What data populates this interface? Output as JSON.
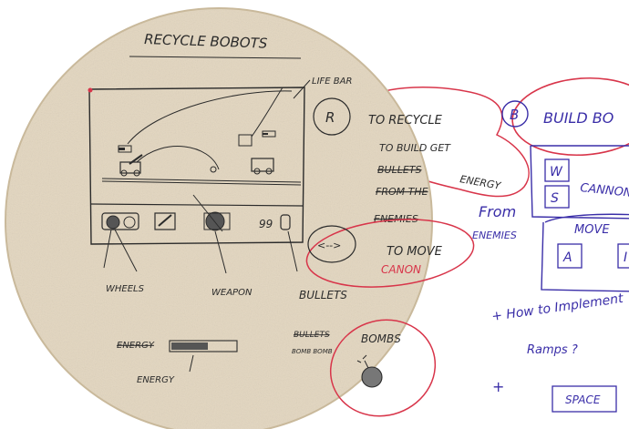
{
  "napkin": {
    "title": "RECYCLE BOBOTS",
    "life_bar": "LIFE BAR",
    "key_r": "R",
    "to_recycle": "TO RECYCLE",
    "to_build_get": "TO BUILD GET",
    "bullets_struck": "BULLETS",
    "from_the_struck": "FROM THE",
    "enemies_struck": "ENEMIES",
    "energy": "ENERGY",
    "arrows_key": "<-->",
    "to_move": "TO MOVE",
    "canon": "CANON",
    "ammo_count": "99",
    "label_wheels": "WHEELS",
    "label_weapon": "WEAPON",
    "label_bullets": "BULLETS",
    "energy_struck": "ENERGY",
    "label_bombs": "BOMBS",
    "label_bullets_struck": "BULLETS",
    "label_bomb_icons": "BOMB BOMB",
    "label_energy_bottom": "ENERGY"
  },
  "paper": {
    "key_b": "B",
    "build_bo": "BUILD BO",
    "key_w": "W",
    "key_s": "S",
    "cannon": "CANNON",
    "from": "From",
    "enemies": "ENEMIES",
    "move": "MOVE",
    "key_a": "A",
    "key_d_partial": "I",
    "how_to_implement": "+ How to Implement",
    "ramps": "Ramps ?",
    "plus": "+",
    "space": "SPACE"
  },
  "colors": {
    "napkin": "#e3d6bf",
    "ink_blue": "#3a2ea8",
    "ink_red": "#d8354a",
    "pencil": "#2b2b2b"
  }
}
